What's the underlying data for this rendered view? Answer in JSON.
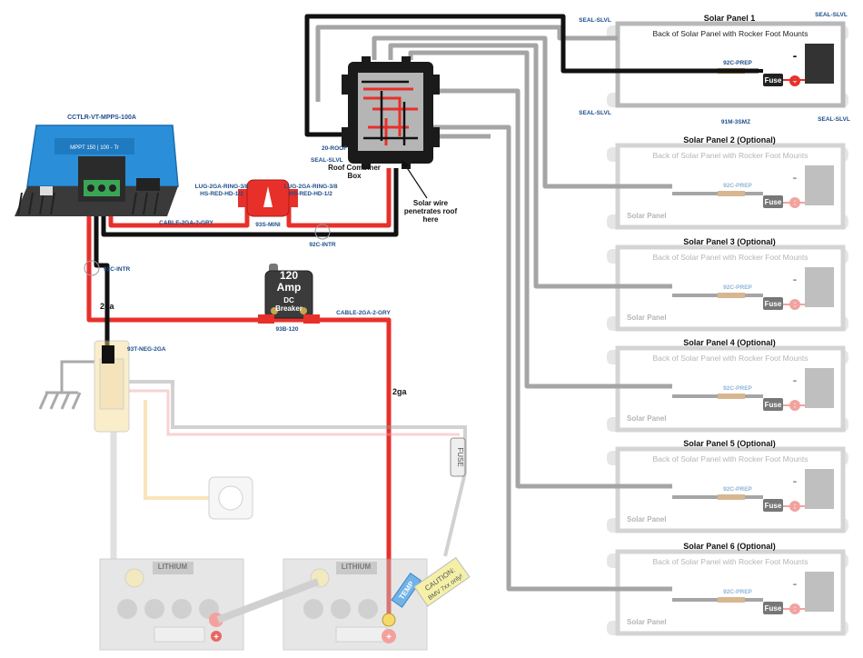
{
  "colors": {
    "pos": "#e8302a",
    "neg": "#111111",
    "pv_gray": "#a5a5a5",
    "label_blue": "#1d4e89",
    "controller_blue": "#2a8fd8",
    "faded": "#cfcfcf"
  },
  "controller": {
    "part": "CCTLR-VT-MPPS-100A",
    "model": "MPPT 150 | 100 - Tr"
  },
  "combiner": {
    "title_line1": "Roof Combiner",
    "title_line2": "Box",
    "tag_roof": "20-ROOF",
    "tag_seal": "SEAL-SLVL"
  },
  "note": {
    "line1": "Solar wire",
    "line2": "penetrates roof",
    "line3": "here"
  },
  "mini_fuse": {
    "part": "93S-MINI",
    "lug_left_1": "LUG-2GA-RING-3/8",
    "lug_left_2": "HS-RED-HD-1/2",
    "lug_right_1": "LUG-2GA-RING-3/8",
    "lug_right_2": "HS-RED-HD-1/2",
    "cable": "CABLE-2GA-2-GRY",
    "splice": "92C-INTR"
  },
  "breaker": {
    "amps": "120",
    "unit": "Amp",
    "type": "DC",
    "name": "Breaker",
    "part": "93B-120",
    "cable": "CABLE-2GA-2-GRY"
  },
  "wiring": {
    "gauge_left": "2ga",
    "gauge_right": "2ga",
    "splice_left": "92C-INTR",
    "neg_terminal": "93T-NEG-2GA"
  },
  "fuse_inline": "FUSE",
  "battery": {
    "temp": "TEMP",
    "caution_1": "CAUTION:",
    "caution_2": "BMV 7xx only!",
    "brand": "LITHIUM"
  },
  "panels": [
    {
      "title": "Solar Panel 1",
      "subtitle": "Back of Solar Panel with Rocker Foot Mounts",
      "connector": "92C-PREP",
      "fuse": "Fuse",
      "neg": "-",
      "pos": "+",
      "footer": ""
    },
    {
      "title": "Solar Panel 2 (Optional)",
      "subtitle": "Back of Solar Panel with Rocker Foot Mounts",
      "connector": "92C-PREP",
      "fuse": "Fuse",
      "neg": "-",
      "pos": "+",
      "footer": "Solar Panel"
    },
    {
      "title": "Solar Panel 3 (Optional)",
      "subtitle": "Back of Solar Panel with Rocker Foot Mounts",
      "connector": "92C-PREP",
      "fuse": "Fuse",
      "neg": "-",
      "pos": "+",
      "footer": "Solar Panel"
    },
    {
      "title": "Solar Panel 4 (Optional)",
      "subtitle": "Back of Solar Panel with Rocker Foot Mounts",
      "connector": "92C-PREP",
      "fuse": "Fuse",
      "neg": "-",
      "pos": "+",
      "footer": "Solar Panel"
    },
    {
      "title": "Solar Panel 5 (Optional)",
      "subtitle": "Back of Solar Panel with Rocker Foot Mounts",
      "connector": "92C-PREP",
      "fuse": "Fuse",
      "neg": "-",
      "pos": "+",
      "footer": "Solar Panel"
    },
    {
      "title": "Solar Panel 6 (Optional)",
      "subtitle": "Back of Solar Panel with Rocker Foot Mounts",
      "connector": "92C-PREP",
      "fuse": "Fuse",
      "neg": "-",
      "pos": "+",
      "footer": "Solar Panel"
    }
  ],
  "panel1_tags": {
    "seal_tl": "SEAL-SLVL",
    "seal_tr": "SEAL-SLVL",
    "seal_bl": "SEAL-SLVL",
    "seal_br": "SEAL-SLVL",
    "mount": "91M-3SMZ"
  }
}
